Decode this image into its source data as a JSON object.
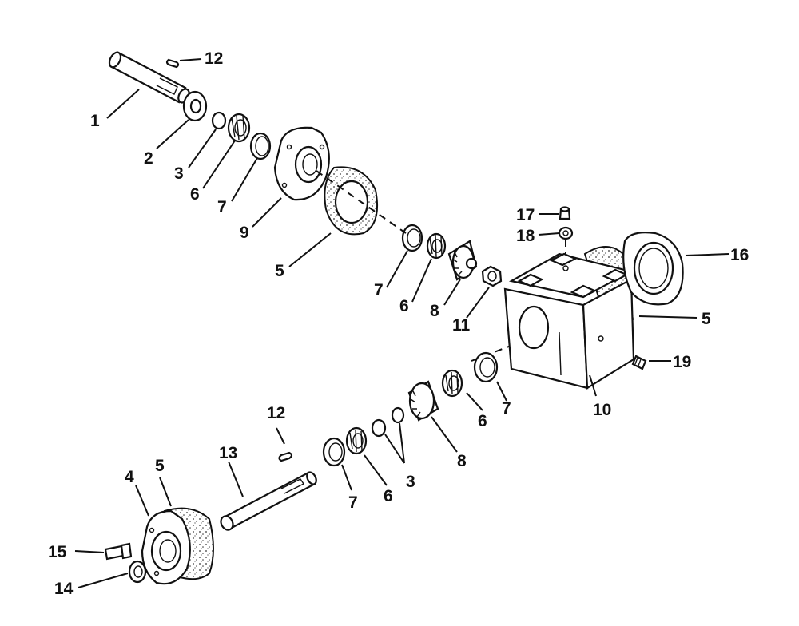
{
  "diagram": {
    "labels": {
      "l1": "1",
      "l2": "2",
      "l3a": "3",
      "l3b": "3",
      "l4": "4",
      "l5a": "5",
      "l5b": "5",
      "l5c": "5",
      "l6a": "6",
      "l6b": "6",
      "l6c": "6",
      "l6d": "6",
      "l7a": "7",
      "l7b": "7",
      "l7c": "7",
      "l7d": "7",
      "l8a": "8",
      "l8b": "8",
      "l9": "9",
      "l10": "10",
      "l11": "11",
      "l12a": "12",
      "l12b": "12",
      "l13": "13",
      "l14": "14",
      "l15": "15",
      "l16": "16",
      "l17": "17",
      "l18": "18",
      "l19": "19"
    }
  }
}
